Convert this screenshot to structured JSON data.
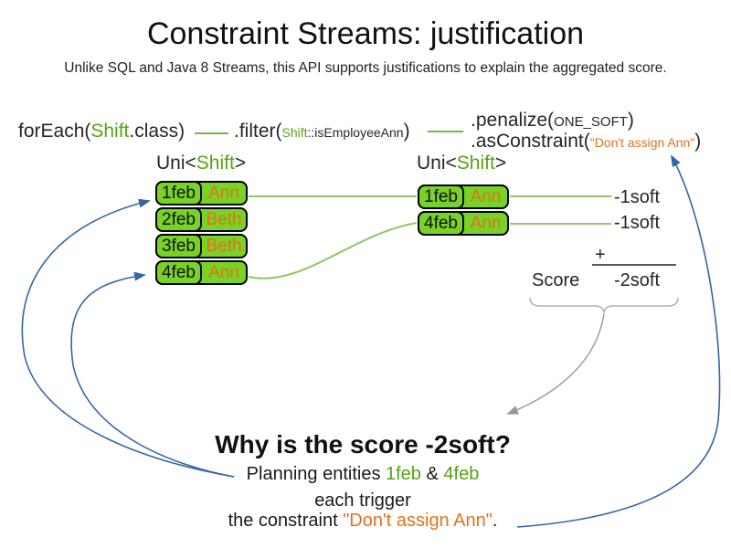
{
  "title": "Constraint Streams: justification",
  "subtitle": "Unlike SQL and Java 8 Streams, this API supports justifications to explain the aggregated score.",
  "code": {
    "foreach": {
      "pre": "forEach(",
      "type": "Shift",
      "post": ".class)"
    },
    "filter": {
      "pre": ".filter(",
      "arg_type": "Shift",
      "arg_rest": "::isEmployeeAnn",
      "post": ")"
    },
    "penalize": {
      "pre": ".penalize(",
      "arg": "ONE_SOFT",
      "post": ")"
    },
    "as_constraint": {
      "pre": ".asConstraint(",
      "arg": "\"Don't assign Ann\"",
      "post": ")"
    }
  },
  "left_stream": {
    "label": {
      "pre": "Uni<",
      "type": "Shift",
      "post": ">"
    },
    "rows": [
      {
        "date": "1feb",
        "employee": "Ann"
      },
      {
        "date": "2feb",
        "employee": "Beth"
      },
      {
        "date": "3feb",
        "employee": "Beth"
      },
      {
        "date": "4feb",
        "employee": "Ann"
      }
    ]
  },
  "right_stream": {
    "label": {
      "pre": "Uni<",
      "type": "Shift",
      "post": ">"
    },
    "rows": [
      {
        "date": "1feb",
        "employee": "Ann"
      },
      {
        "date": "4feb",
        "employee": "Ann"
      }
    ]
  },
  "score_panel": {
    "row_scores": [
      "-1soft",
      "-1soft"
    ],
    "plus": "+",
    "score_label": "Score",
    "total": "-2soft"
  },
  "explanation": {
    "heading": "Why is the score -2soft?",
    "line1": {
      "pre": "Planning entities ",
      "entity1": "1feb",
      "amp": " & ",
      "entity2": "4feb"
    },
    "line2": "each trigger",
    "line3": {
      "pre": "the constraint ",
      "constraint": "\"Don't assign Ann\"",
      "post": "."
    }
  },
  "colors": {
    "green-fill": "#79d226",
    "green-text": "#55a316",
    "green-line": "#95c565",
    "green-code-line": "#7ab447",
    "orange": "#e2711c",
    "blue": "#3465a4",
    "gray": "#999999",
    "ink": "#262626"
  }
}
